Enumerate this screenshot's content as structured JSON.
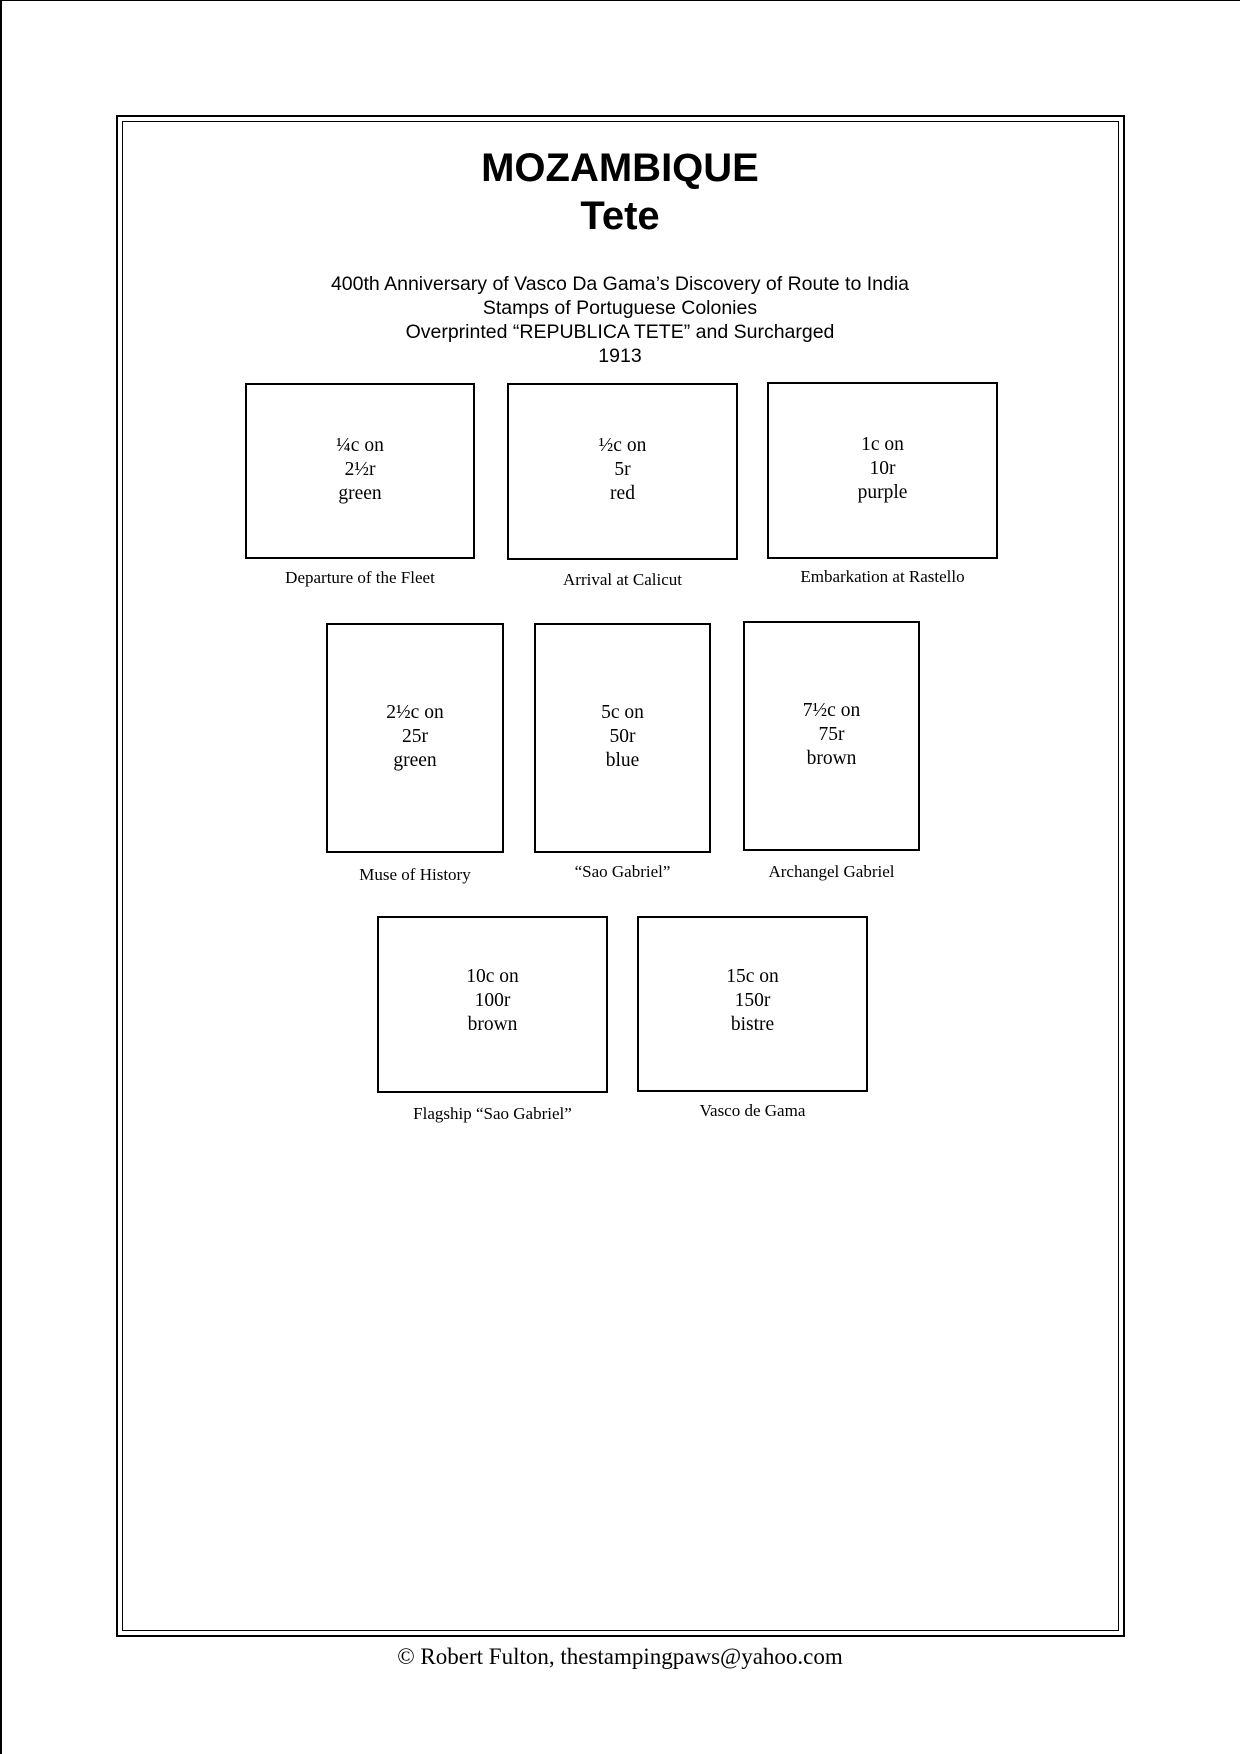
{
  "page": {
    "title": "MOZAMBIQUE",
    "subtitle": "Tete",
    "description": [
      "400th Anniversary of Vasco Da Gama’s Discovery of Route to India",
      "Stamps of Portuguese Colonies",
      "Overprinted “REPUBLICA TETE” and Surcharged",
      "1913"
    ],
    "stamps": [
      {
        "value": "¼c on",
        "original": "2½r",
        "color": "green",
        "caption": "Departure of the Fleet"
      },
      {
        "value": "½c on",
        "original": "5r",
        "color": "red",
        "caption": "Arrival at Calicut"
      },
      {
        "value": "1c on",
        "original": "10r",
        "color": "purple",
        "caption": "Embarkation at Rastello"
      },
      {
        "value": "2½c on",
        "original": "25r",
        "color": "green",
        "caption": "Muse of History"
      },
      {
        "value": "5c on",
        "original": "50r",
        "color": "blue",
        "caption": "“Sao Gabriel”"
      },
      {
        "value": "7½c on",
        "original": "75r",
        "color": "brown",
        "caption": "Archangel Gabriel"
      },
      {
        "value": "10c on",
        "original": "100r",
        "color": "brown",
        "caption": "Flagship “Sao Gabriel”"
      },
      {
        "value": "15c on",
        "original": "150r",
        "color": "bistre",
        "caption": "Vasco de Gama"
      }
    ],
    "footer": "©  Robert Fulton, thestampingpaws@yahoo.com"
  }
}
